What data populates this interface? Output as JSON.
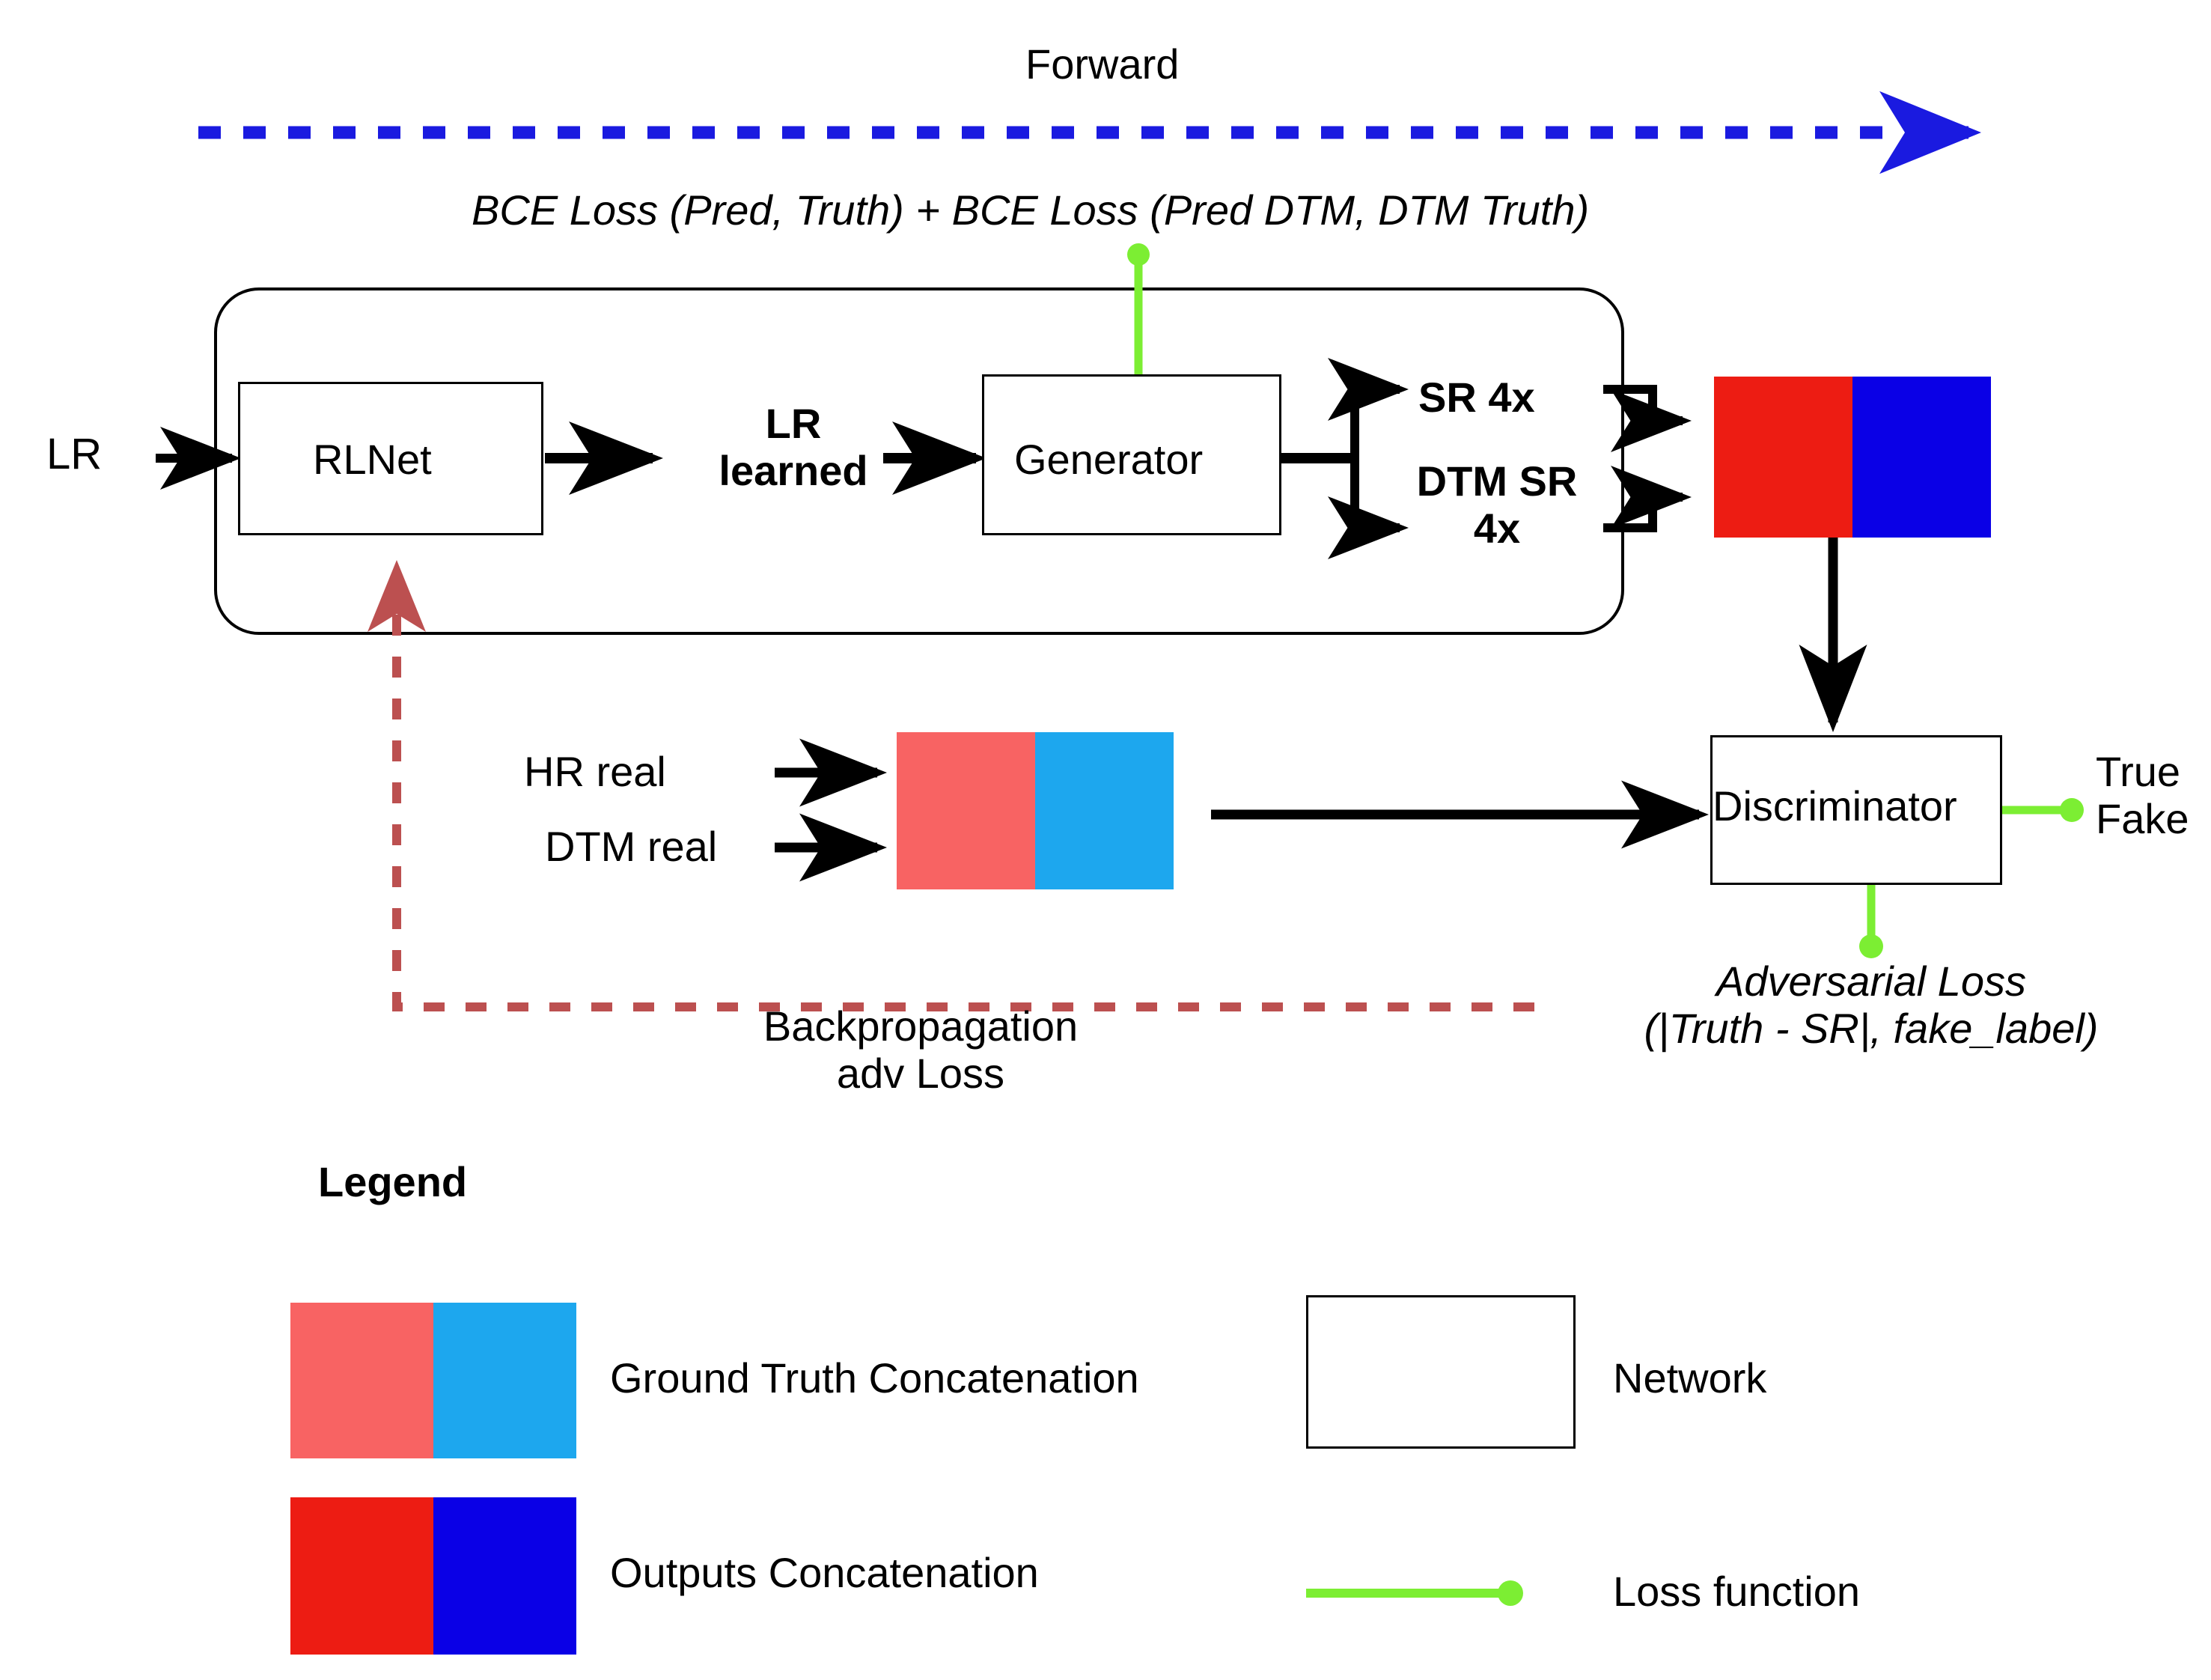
{
  "diagram": {
    "title_flow": "Forward",
    "loss_top": "BCE Loss (Pred, Truth) + BCE Loss (Pred DTM, DTM Truth)",
    "input_label": "LR",
    "rlnet_label": "RLNet",
    "lr_learned_label": "LR\nlearned",
    "generator_label": "Generator",
    "sr4x_label": "SR 4x",
    "dtm_sr4x_label": "DTM SR\n4x",
    "hr_real_label": "HR real",
    "dtm_real_label": "DTM real",
    "discriminator_label": "Discriminator",
    "true_fake_label": "True\nFake",
    "adversarial_loss_label": "Adversarial Loss\n(|Truth - SR|, fake_label)",
    "backprop_label": "Backpropagation\nadv Loss"
  },
  "legend": {
    "heading": "Legend",
    "items": [
      {
        "key": "ground-truth-concatenation",
        "label": "Ground Truth Concatenation",
        "colors": [
          "#F86363",
          "#1DA7EE"
        ]
      },
      {
        "key": "outputs-concatenation",
        "label": "Outputs Concatenation",
        "colors": [
          "#ED1C13",
          "#0A00E6"
        ]
      },
      {
        "key": "network",
        "label": "Network"
      },
      {
        "key": "loss-function",
        "label": "Loss function"
      }
    ]
  },
  "colors": {
    "forward_arrow": "#1A1AE0",
    "backprop_arrow": "#BC5050",
    "loss_line": "#7CEE33",
    "stroke": "#000000",
    "gt_red": "#F86363",
    "gt_blue": "#1DA7EE",
    "out_red": "#ED1C13",
    "out_blue": "#0A00E6"
  }
}
